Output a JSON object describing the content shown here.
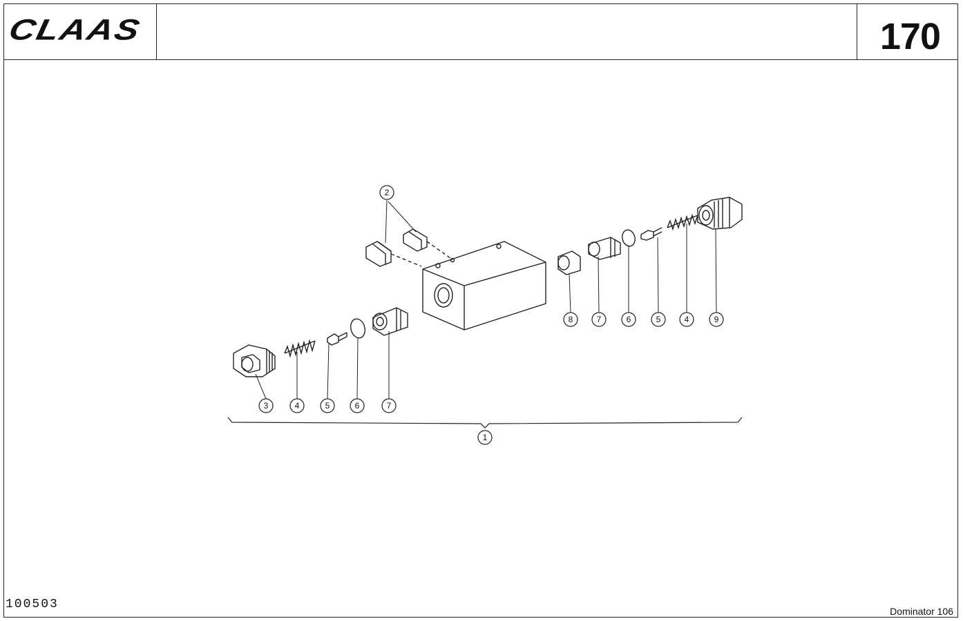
{
  "header": {
    "logo_text": "CLAAS",
    "page_number": "170"
  },
  "footer": {
    "document_number": "100503",
    "model": "Dominator 106"
  },
  "callouts": {
    "c1": "1",
    "c2": "2",
    "c3": "3",
    "c4_left": "4",
    "c5_left": "5",
    "c6_left": "6",
    "c7_left": "7",
    "c8": "8",
    "c7_right": "7",
    "c6_right": "6",
    "c5_right": "5",
    "c4_right": "4",
    "c9": "9"
  }
}
